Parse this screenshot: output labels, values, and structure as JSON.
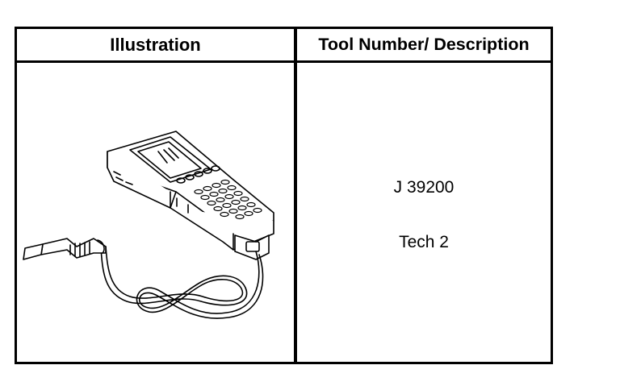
{
  "table": {
    "header": {
      "illustration": "Illustration",
      "tool": "Tool Number/ Description"
    },
    "rows": [
      {
        "illustration_icon": "scan-tool-device-icon",
        "tool_number": "J 39200",
        "tool_name": "Tech 2"
      }
    ]
  }
}
